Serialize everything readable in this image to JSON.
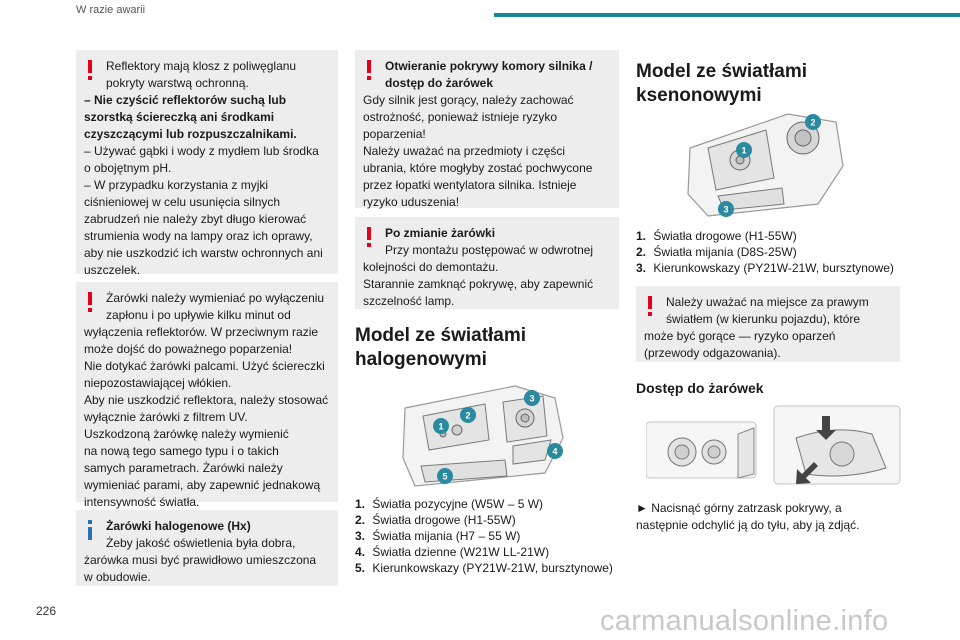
{
  "header": {
    "section_title": "W razie awarii",
    "accent_color": "#17889a"
  },
  "page_number": "226",
  "watermark": "carmanualsonline.info",
  "col1": {
    "box1": {
      "lines": [
        "Reflektory mają klosz z poliwęglanu",
        "pokryty warstwą ochronną.",
        "–  Nie czyścić reflektorów suchą lub",
        "szorstką ściereczką ani środkami",
        "czyszczącymi lub rozpuszczalnikami.",
        "–  Używać gąbki i wody z mydłem lub środka",
        "o obojętnym pH.",
        "–  W przypadku korzystania z myjki",
        "ciśnieniowej w celu usunięcia silnych",
        "zabrudzeń nie należy zbyt długo kierować",
        "strumienia wody na lampy oraz ich oprawy,",
        "aby nie uszkodzić ich warstw ochronnych ani",
        "uszczelek."
      ]
    },
    "box2": {
      "lines": [
        "Żarówki należy wymieniać po wyłączeniu",
        "zapłonu i po upływie kilku minut od",
        "wyłączenia reflektorów. W przeciwnym razie",
        "może dojść do poważnego poparzenia!",
        "Nie dotykać żarówki palcami. Użyć ściereczki",
        "niepozostawiającej włókien.",
        "Aby nie uszkodzić reflektora, należy stosować",
        "wyłącznie żarówki z filtrem UV.",
        "Uszkodzoną żarówkę należy wymienić",
        "na nową tego samego typu i o takich",
        "samych parametrach. Żarówki należy",
        "wymieniać parami, aby zapewnić jednakową",
        "intensywność światła."
      ]
    },
    "box3": {
      "title": "Żarówki halogenowe (Hx)",
      "lines": [
        "Żeby jakość oświetlenia była dobra,",
        "żarówka musi być prawidłowo umieszczona",
        "w obudowie."
      ]
    }
  },
  "col2": {
    "box1": {
      "title_line1": "Otwieranie pokrywy komory silnika /",
      "title_line2": "dostęp do żarówek",
      "lines": [
        "Gdy silnik jest gorący, należy zachować",
        "ostrożność, ponieważ istnieje ryzyko",
        "poparzenia!",
        "Należy uważać na przedmioty i części",
        "ubrania, które mogłyby zostać pochwycone",
        "przez łopatki wentylatora silnika. Istnieje",
        "ryzyko uduszenia!"
      ]
    },
    "box2": {
      "title": "Po zmianie żarówki",
      "lines": [
        "Przy montażu postępować w odwrotnej",
        "kolejności do demontażu.",
        "Starannie zamknąć pokrywę, aby zapewnić",
        "szczelność lamp."
      ]
    },
    "heading_line1": "Model ze światłami",
    "heading_line2": "halogenowymi",
    "illustration_badges": [
      "1",
      "2",
      "3",
      "4",
      "5"
    ],
    "list": [
      {
        "num": "1.",
        "text": "Światła pozycyjne (W5W – 5 W)"
      },
      {
        "num": "2.",
        "text": "Światła drogowe (H1-55W)"
      },
      {
        "num": "3.",
        "text": "Światła mijania (H7 – 55 W)"
      },
      {
        "num": "4.",
        "text": "Światła dzienne (W21W LL-21W)"
      },
      {
        "num": "5.",
        "text": "Kierunkowskazy (PY21W-21W, bursztynowe)"
      }
    ]
  },
  "col3": {
    "heading_line1": "Model ze światłami",
    "heading_line2": "ksenonowymi",
    "illustration_badges": [
      "1",
      "2",
      "3"
    ],
    "list": [
      {
        "num": "1.",
        "text": "Światła drogowe (H1-55W)"
      },
      {
        "num": "2.",
        "text": "Światła mijania (D8S-25W)"
      },
      {
        "num": "3.",
        "text": "Kierunkowskazy (PY21W-21W, bursztynowe)"
      }
    ],
    "box1": {
      "lines": [
        "Należy uważać na miejsce za prawym",
        "światłem (w kierunku pojazdu), które",
        "może być gorące — ryzyko oparzeń",
        "(przewody odgazowania)."
      ]
    },
    "subheading": "Dostęp do żarówek",
    "instruction_line1": "►  Nacisnąć górny zatrzask pokrywy, a",
    "instruction_line2": "następnie odchylić ją do tyłu, aby ją zdjąć."
  },
  "colors": {
    "warning": "#e2001a",
    "info": "#2f6fb5",
    "box_bg": "#ededed",
    "badge": "#2a8aa0"
  }
}
